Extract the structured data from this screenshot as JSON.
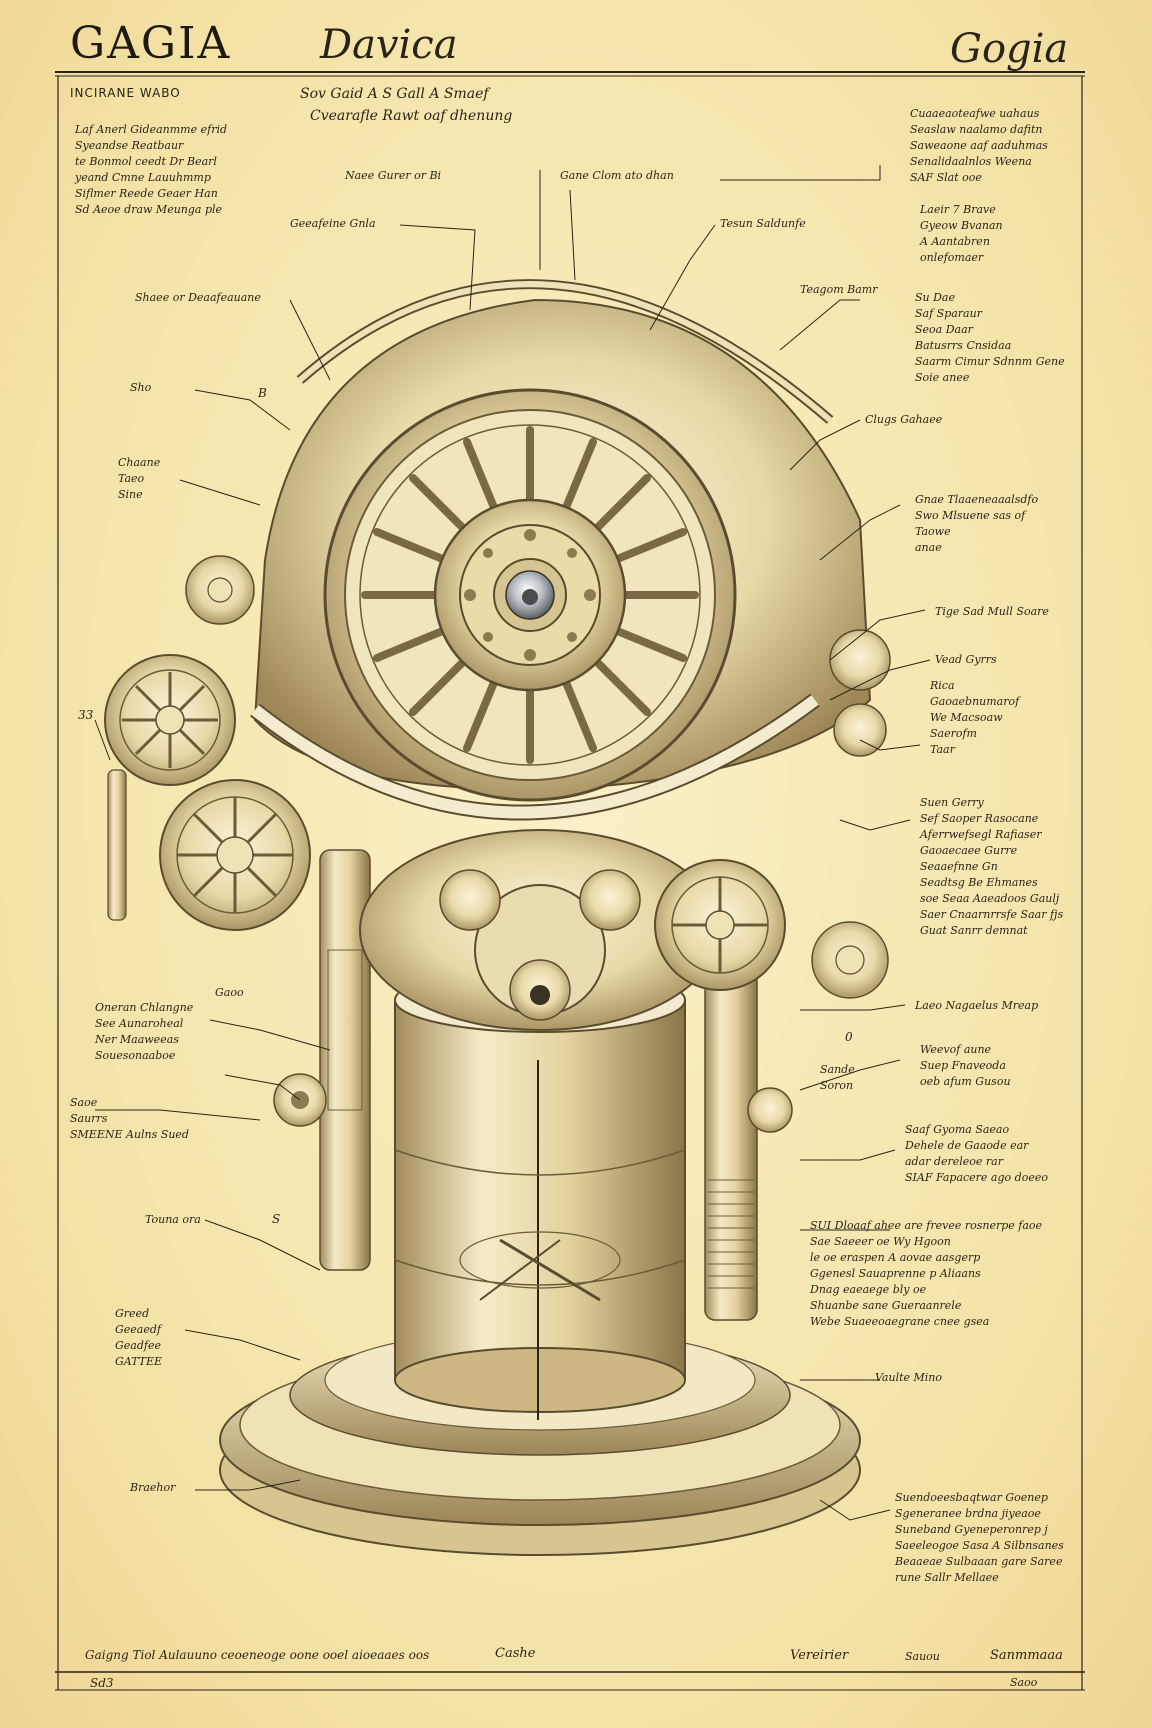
{
  "header": {
    "title_left": "GAGIA",
    "title_center": "Davica",
    "title_right": "Gogia",
    "label": "INCIRANE WABO"
  },
  "notes": {
    "top_center_1": "Sov Gaid A S Gall A Smaef",
    "top_center_2": "Cvearafle Rawt oaf dhenung",
    "top_left": "Laf Anerl Gideanmme efrid\nSyeandse Reatbaur\nte Bonmol ceedt Dr Bearl\nyeand Cmne Lauuhmmp\nSiflmer Reede Geaer Han\nSd Aeoe draw Meunga ple",
    "top_right": "Cuaaeaoteafwe uahaus\nSeaslaw naalamo dafitn\nSaweaone aaf aaduhmas\nSenalidaalnlos Weena\nSAF Slat ooe",
    "label_gearrs": "Geeafeine Gnla",
    "label_nave": "Naee Gurer or Bi",
    "label_gane": "Gane Clom ato dhan",
    "label_teaun": "Tesun Saldunfe",
    "label_shan": "Shaee or Deaafeauane",
    "label_sho": "Sho",
    "label_claaue": "Chaane\nTaeo\nSine",
    "label_laeir": "Laeir 7 Brave\nGyeow Bvanan\nA Aantabren\nonlefomaer",
    "label_tearn": "Teagom Bamr",
    "label_right_mid": "Su Dae\nSaf Sparaur\nSeoa Daar\nBatusrrs Cnsidaa\nSaarm Cimur Sdnnm Gene\nSoie anee",
    "label_cligs": "Clugs Gahaee",
    "label_cnce": "Gnae Tlaaeneaaalsdfo\nSwo Mlsuene sas of\nTaowe\nanae",
    "label_nnn": "Tige Sad Mull Soare",
    "label_ve": "Vead Gyrrs",
    "label_rice": "Rica\nGaoaebnumarof\nWe Macsoaw\nSaerofm\nTaar",
    "label_suen": "Suen Gerry\nSef Saoper Rasocane\nAferrwefsegl Rafiaser\nGaoaecaee Gurre\nSeaaefnne Gn\nSeadtsg Be Ehmanes\nsoe Seaa Aaeadoos Gaulj\nSaer Cnaarnrrsfe Saar fjs\nGuat Sanrr demnat",
    "label_laeo": "Laeo Nagaelus Mreap",
    "label_wevof": "Weevof aune\nSuep Fnaveoda\noeb afum Gusou",
    "label_sande": "Sande\nSoron",
    "label_oaaf": "Saaf Gyoma Saeao\nDehele de Gaaode ear\nadar dereleoe rar\nSIAF Fapacere ago doeeo",
    "label_sunfol": "SUI Dloaaf ahee are frevee rosnerpe faoe\nSae Saeeer oe Wy Hgoon\nle oe eraspen A aovae aasgerp\nGgenesl Sauaprenne p Aliaans\nDnag eaeaege bly oe\nShuanbe sane Gueraanrele\nWebe Suaeeoaegrane cnee gsea",
    "label_vaulai": "Vaulte Mino",
    "label_bottom_right": "Suendoeesbaqtwar Goenep\nSgeneranee brdna jiyeaoe\nSuneband Gyeneperonrep j\nSaeeleogoe Sasa A Silbnsanes\nBeaaeae Sulbaaan gare Saree\nrune Sallr Mellaee",
    "label_left_mid": "Oneran Chlangne\nSee Aunaroheal\nNer Maaweeas\nSouesonaaboe",
    "label_gaoo": "Gaoo",
    "label_left_lower": "Saoe\nSaurrs\nSMEENE Aulns Sued",
    "label_teunar": "Touna ora",
    "label_greed": "Greed\nGeeaedf\nGeadfee\nGATTEE",
    "label_brathor": "Braehor",
    "label_sgs": "33",
    "label_s": "S",
    "label_0": "0",
    "label_b": "B"
  },
  "footer": {
    "left": "Gaigng Tiol Aulauuno ceoeneoge oone ooel aioeaaes oos",
    "center": "Cashe",
    "right_1": "Vereirier",
    "right_2": "Sauou",
    "right_3": "Sanmmaaa",
    "corner_left": "Sd3",
    "corner_right": "Saoo"
  },
  "colors": {
    "paper": "#f6e7b4",
    "ink": "#2a2418",
    "brass_light": "#efe2b6",
    "brass_mid": "#c9b27a",
    "brass_dark": "#7a6a44"
  }
}
